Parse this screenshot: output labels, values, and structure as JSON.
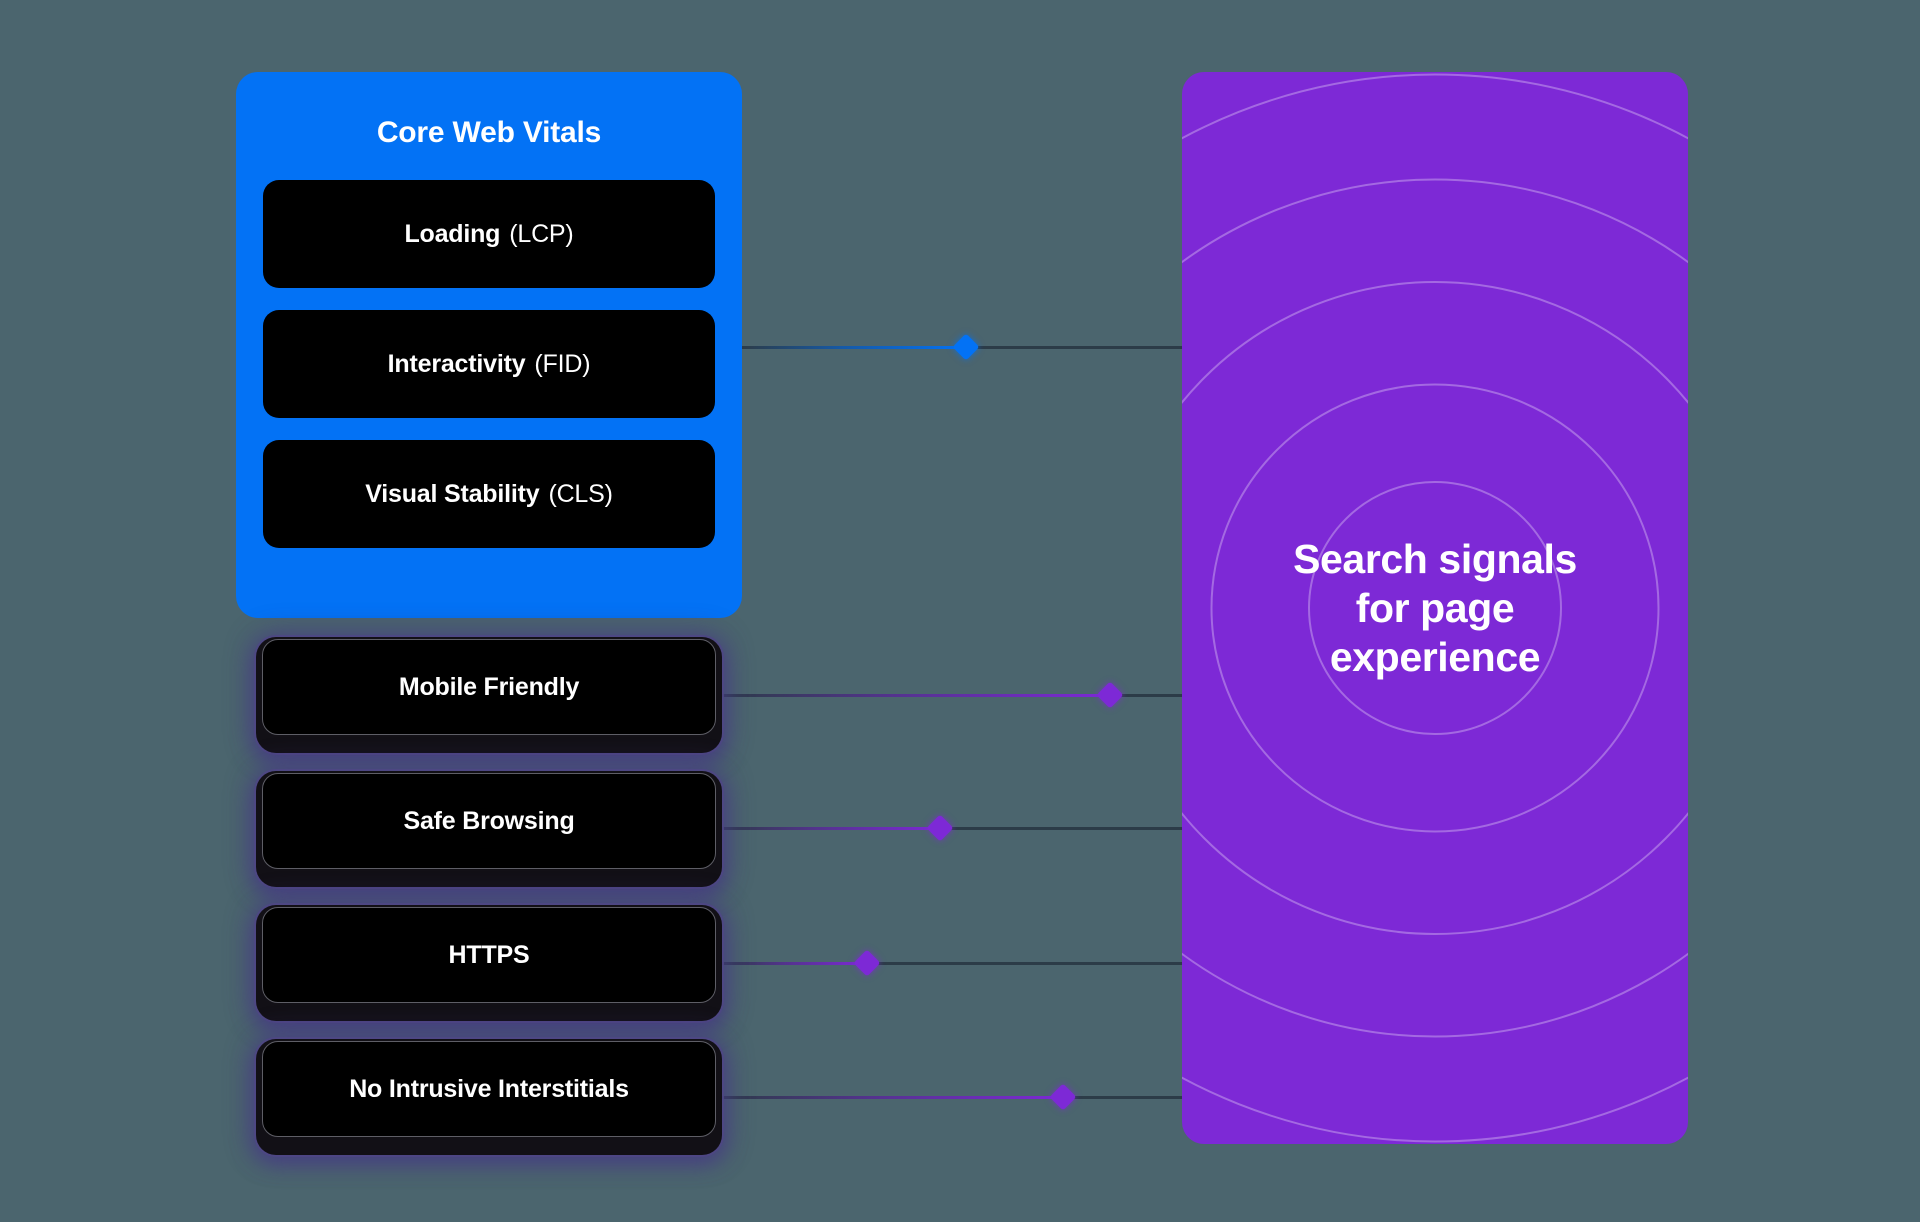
{
  "colors": {
    "background": "#4b656e",
    "core_vitals_panel": "#0372f5",
    "signals_panel": "#7d29d6",
    "box_fill": "#000000",
    "text": "#ffffff"
  },
  "core_web_vitals": {
    "title": "Core Web Vitals",
    "items": [
      {
        "name": "Loading",
        "metric": "(LCP)"
      },
      {
        "name": "Interactivity",
        "metric": "(FID)"
      },
      {
        "name": "Visual Stability",
        "metric": "(CLS)"
      }
    ]
  },
  "other_signals": [
    {
      "label": "Mobile Friendly"
    },
    {
      "label": "Safe Browsing"
    },
    {
      "label": "HTTPS"
    },
    {
      "label": "No Intrusive Interstitials"
    }
  ],
  "search_signals": {
    "line1": "Search signals",
    "line2": "for page",
    "line3": "experience"
  },
  "connectors": [
    {
      "source": "core-web-vitals",
      "color": "#0372f5"
    },
    {
      "source": "mobile-friendly",
      "color": "#7d29d6"
    },
    {
      "source": "safe-browsing",
      "color": "#7d29d6"
    },
    {
      "source": "https",
      "color": "#7d29d6"
    },
    {
      "source": "no-intrusive-interstitials",
      "color": "#7d29d6"
    }
  ]
}
